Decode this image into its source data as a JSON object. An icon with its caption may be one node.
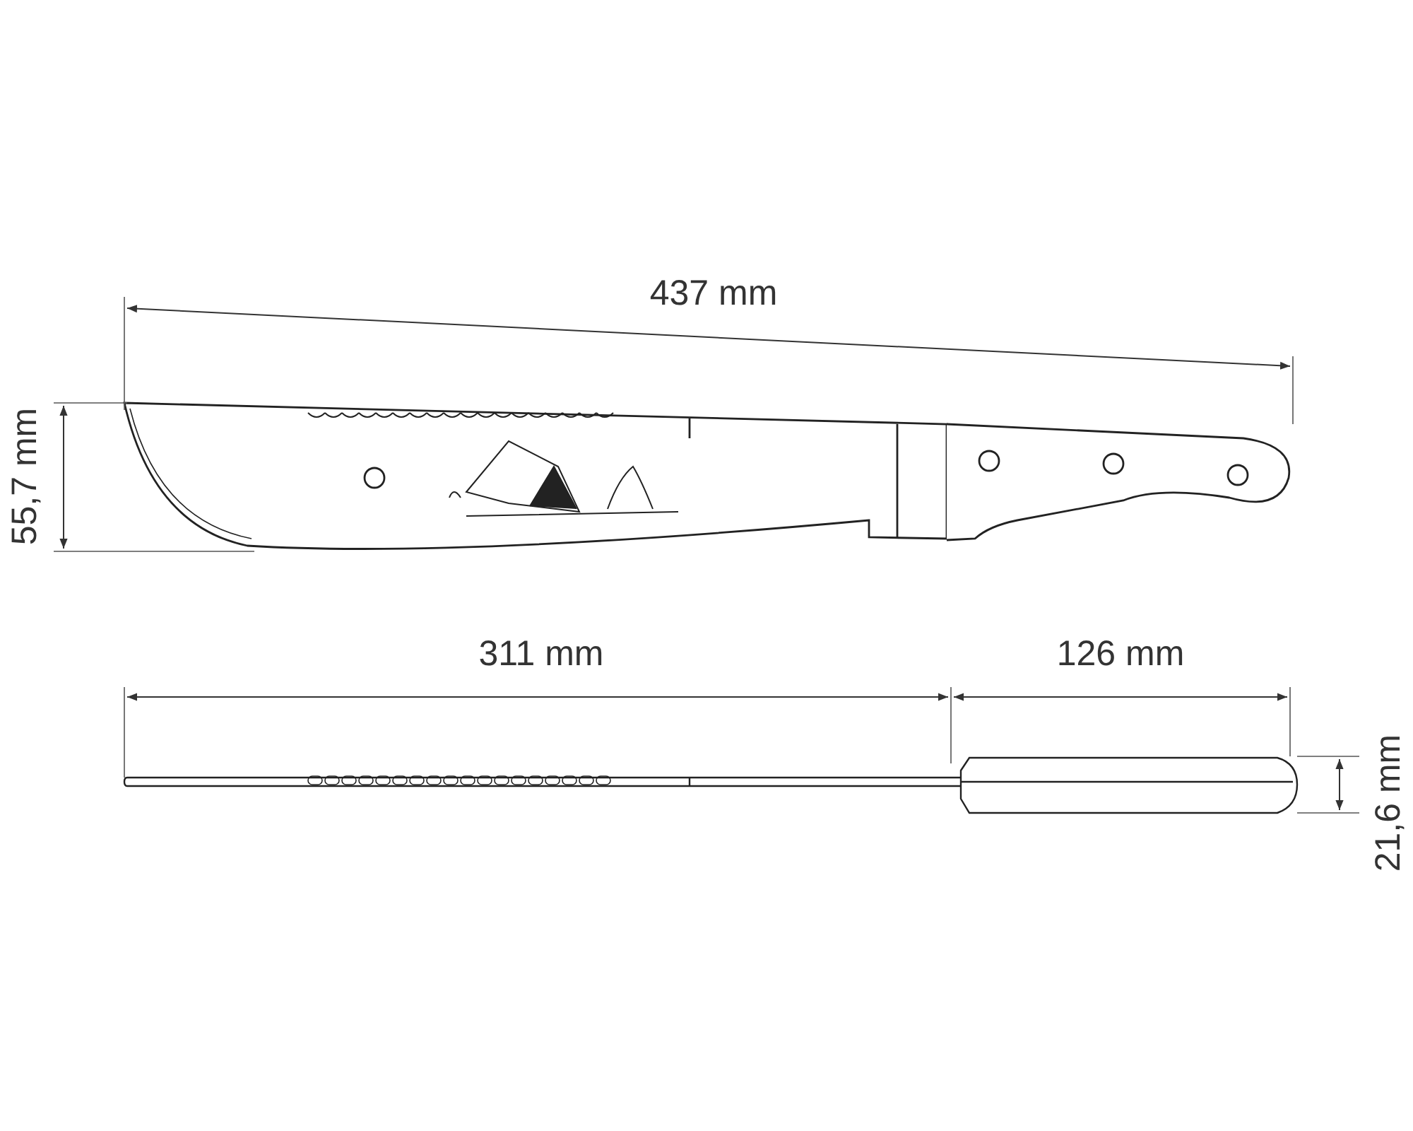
{
  "diagram": {
    "labels": [
      "437 mm",
      "55,7 mm",
      "311 mm",
      "126 mm",
      "21,6 mm"
    ]
  }
}
